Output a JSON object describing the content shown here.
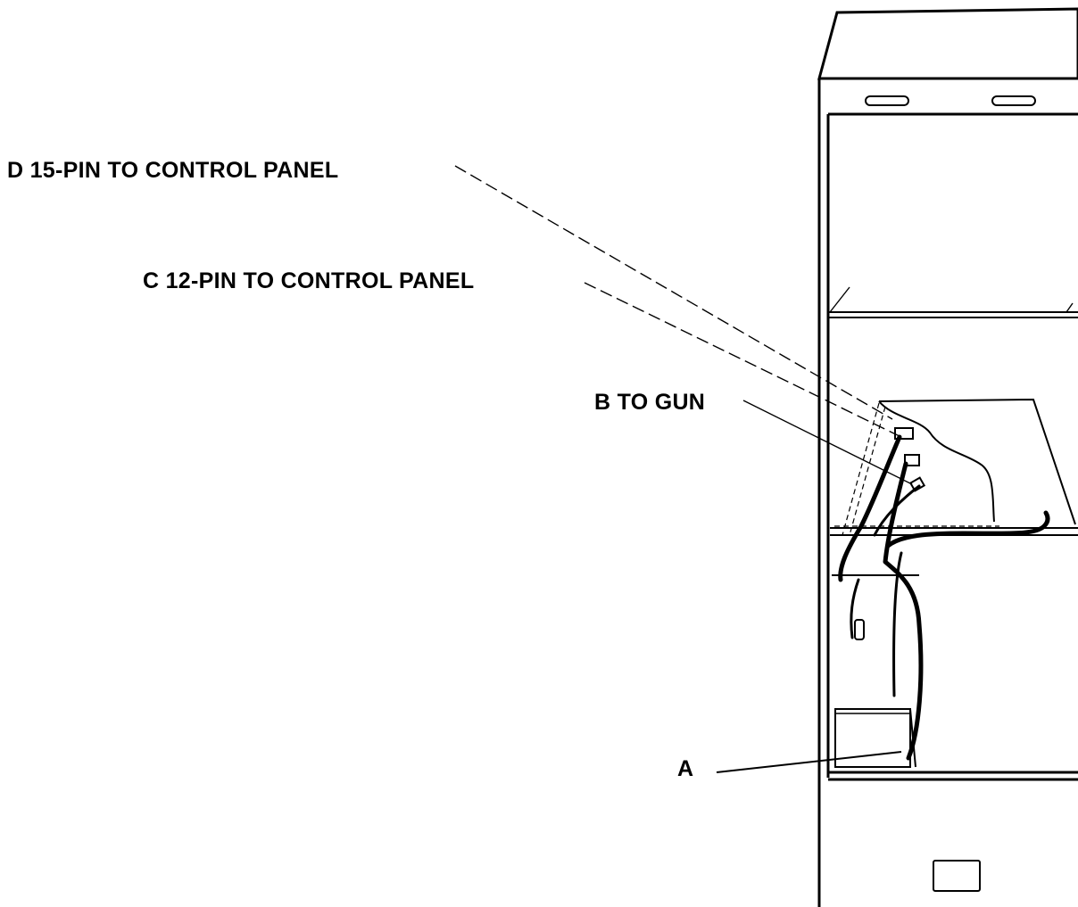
{
  "callouts": {
    "d": "D 15-PIN TO CONTROL PANEL",
    "c": "C 12-PIN TO CONTROL PANEL",
    "b": "B TO GUN",
    "a": "A"
  }
}
